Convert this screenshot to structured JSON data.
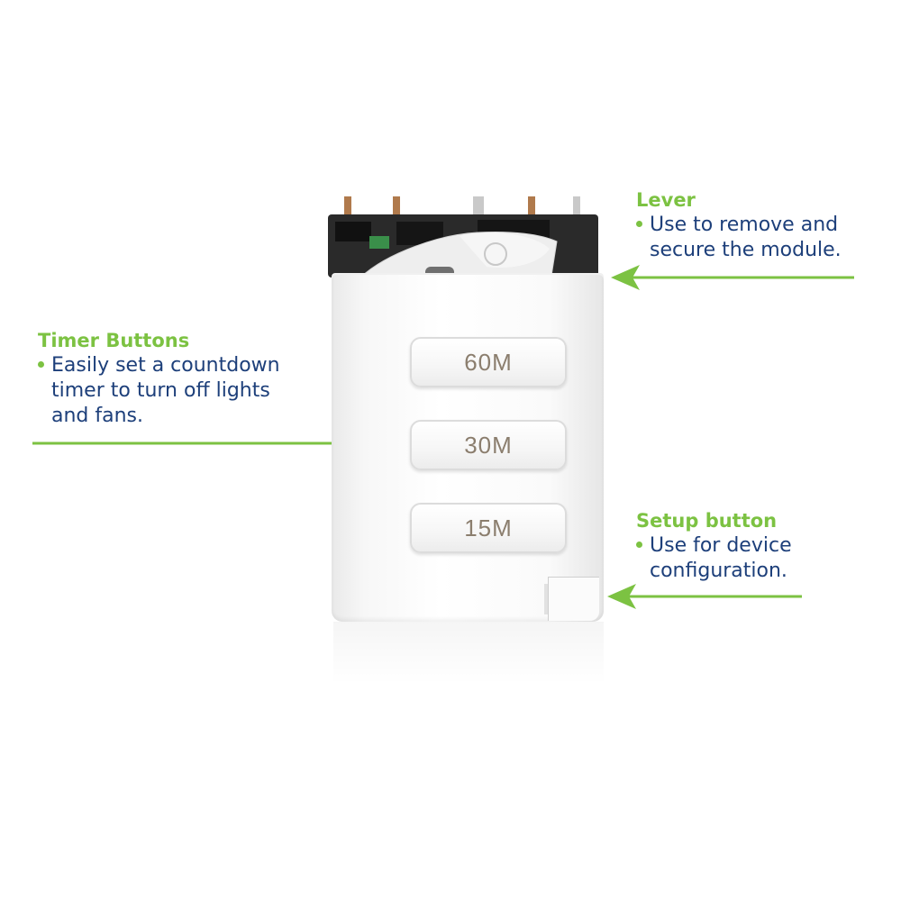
{
  "colors": {
    "accent_green": "#7cc242",
    "text_blue": "#1d3f7a",
    "button_text": "#8b7e6e"
  },
  "callouts": {
    "lever": {
      "title": "Lever",
      "line1": "Use to remove and",
      "line2": "secure the module."
    },
    "timer": {
      "title": "Timer Buttons",
      "line1": "Easily set a countdown",
      "line2": "timer to turn off lights",
      "line3": "and fans."
    },
    "setup": {
      "title": "Setup button",
      "line1": "Use for device",
      "line2": "configuration."
    }
  },
  "device": {
    "buttons": [
      "60M",
      "30M",
      "15M"
    ],
    "icons": [
      "lever-icon",
      "connector-pins-icon",
      "setup-button"
    ]
  }
}
